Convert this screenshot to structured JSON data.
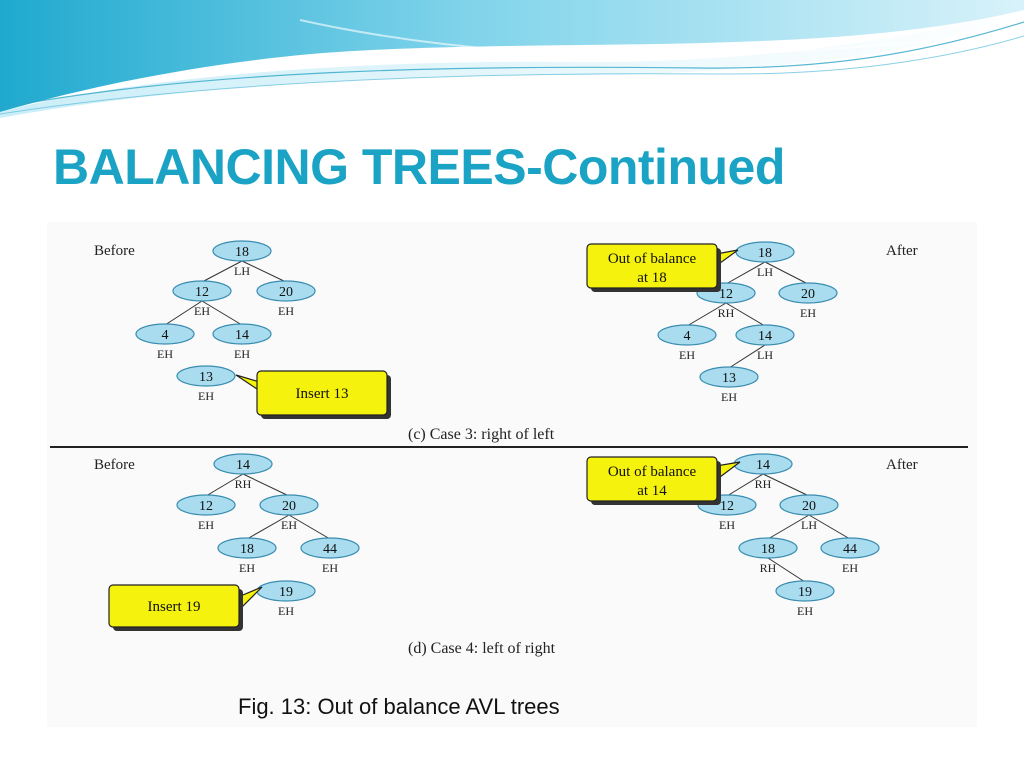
{
  "slide": {
    "title": "BALANCING TREES-Continued",
    "figure_caption": "Fig. 13: Out of balance AVL trees"
  },
  "colors": {
    "title": "#1aa3c4",
    "node_fill": "#a9dcef",
    "node_stroke": "#3a8db0",
    "callout_fill": "#f5f20e",
    "banner_blue": "#5ec8e6"
  },
  "panels": [
    {
      "id": "case3",
      "caption": "(c) Case 3: right of left",
      "before_label": "Before",
      "after_label": "After",
      "before_tree": {
        "nodes": [
          {
            "key": "18",
            "balance": "LH"
          },
          {
            "key": "12",
            "balance": "EH"
          },
          {
            "key": "20",
            "balance": "EH"
          },
          {
            "key": "4",
            "balance": "EH"
          },
          {
            "key": "14",
            "balance": "EH"
          },
          {
            "key": "13",
            "balance": "EH"
          }
        ],
        "edges": [
          [
            "18",
            "12"
          ],
          [
            "18",
            "20"
          ],
          [
            "12",
            "4"
          ],
          [
            "12",
            "14"
          ]
        ]
      },
      "after_tree": {
        "nodes": [
          {
            "key": "18",
            "balance": "LH"
          },
          {
            "key": "12",
            "balance": "RH"
          },
          {
            "key": "20",
            "balance": "EH"
          },
          {
            "key": "4",
            "balance": "EH"
          },
          {
            "key": "14",
            "balance": "LH"
          },
          {
            "key": "13",
            "balance": "EH"
          }
        ],
        "edges": [
          [
            "18",
            "12"
          ],
          [
            "18",
            "20"
          ],
          [
            "12",
            "4"
          ],
          [
            "12",
            "14"
          ],
          [
            "14",
            "13"
          ]
        ]
      },
      "callouts": [
        "Insert 13",
        "Out of balance",
        "at 18"
      ]
    },
    {
      "id": "case4",
      "caption": "(d) Case 4: left of right",
      "before_label": "Before",
      "after_label": "After",
      "before_tree": {
        "nodes": [
          {
            "key": "14",
            "balance": "RH"
          },
          {
            "key": "12",
            "balance": "EH"
          },
          {
            "key": "20",
            "balance": "EH"
          },
          {
            "key": "18",
            "balance": "EH"
          },
          {
            "key": "44",
            "balance": "EH"
          },
          {
            "key": "19",
            "balance": "EH"
          }
        ],
        "edges": [
          [
            "14",
            "12"
          ],
          [
            "14",
            "20"
          ],
          [
            "20",
            "18"
          ],
          [
            "20",
            "44"
          ]
        ]
      },
      "after_tree": {
        "nodes": [
          {
            "key": "14",
            "balance": "RH"
          },
          {
            "key": "12",
            "balance": "EH"
          },
          {
            "key": "20",
            "balance": "LH"
          },
          {
            "key": "18",
            "balance": "RH"
          },
          {
            "key": "44",
            "balance": "EH"
          },
          {
            "key": "19",
            "balance": "EH"
          }
        ],
        "edges": [
          [
            "14",
            "12"
          ],
          [
            "14",
            "20"
          ],
          [
            "20",
            "18"
          ],
          [
            "20",
            "44"
          ],
          [
            "18",
            "19"
          ]
        ]
      },
      "callouts": [
        "Insert 19",
        "Out of balance",
        "at 14"
      ]
    }
  ]
}
